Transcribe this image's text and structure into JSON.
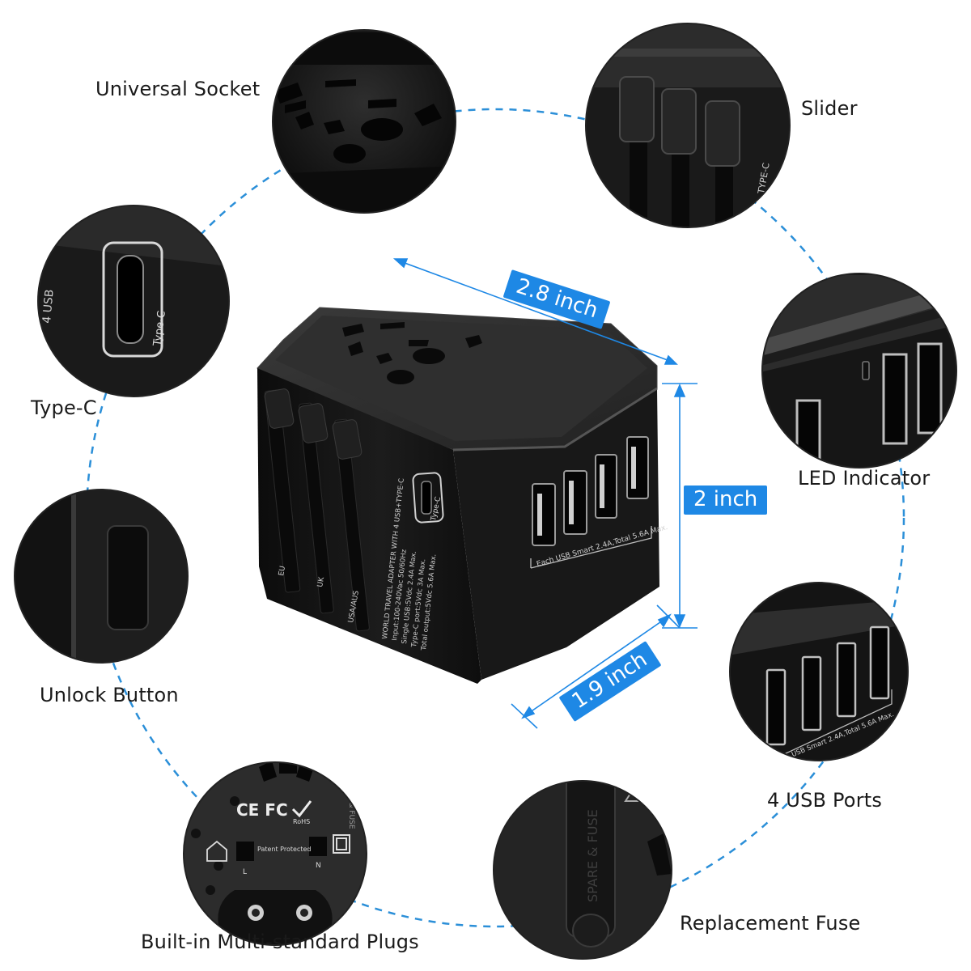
{
  "labels": {
    "universal_socket": "Universal Socket",
    "slider": "Slider",
    "type_c": "Type-C",
    "led_indicator": "LED Indicator",
    "unlock_button": "Unlock Button",
    "usb_ports": "4 USB Ports",
    "builtin_plugs": "Built-in Multi-standard Plugs",
    "replacement_fuse": "Replacement Fuse"
  },
  "dimensions": {
    "width": "2.8 inch",
    "height": "2 inch",
    "depth": "1.9 inch"
  },
  "product_text": {
    "type_c_port": "Type-C",
    "usb_caption": "Each USB Smart 2.4A,Total 5.6A Max.",
    "plug_eu": "EU",
    "plug_uk": "UK",
    "plug_us": "USA/AUS",
    "spec_title": "WORLD TRAVEL ADAPTER WITH 4 USB+TYPE-C",
    "spec_input": "Input:100-240Vac 50/60Hz",
    "spec_single_usb": "Single USB:5Vdc 2.4A Max.",
    "spec_type_c": "Type-C port:5Vdc 3A Max.",
    "spec_total": "Total output:5Vdc 5.6A Max.",
    "usb_4_fragment": "4 USB",
    "type_c_fragment": "TYPE-C",
    "cert_marks": "CE FC",
    "rohs": "RoHS",
    "patent": "Patent Protected",
    "live": "L",
    "neutral": "N",
    "spare_fuse": "SPARE & FUSE"
  },
  "colors": {
    "accent_blue": "#1e88e5",
    "dashed_ring": "#2b8fd8",
    "device_body": "#141414"
  }
}
